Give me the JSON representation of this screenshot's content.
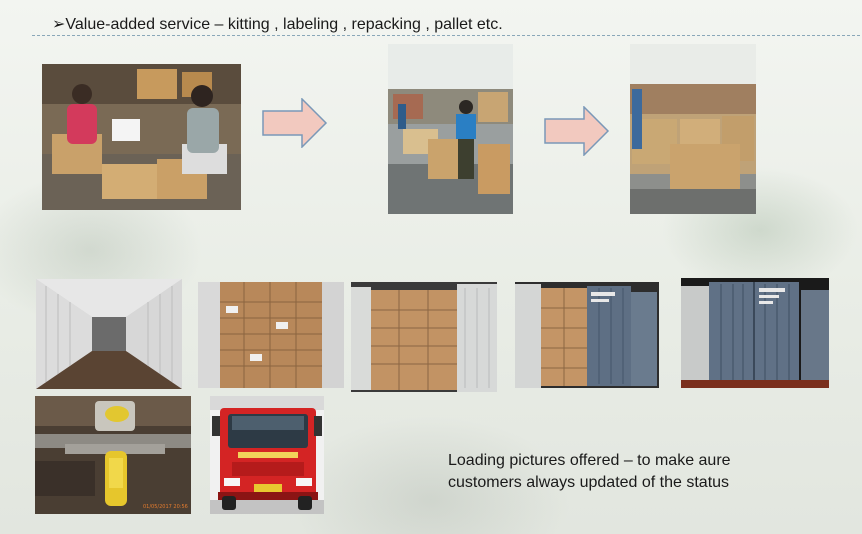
{
  "heading": "➢Value-added service –  kitting , labeling , repacking , pallet etc.",
  "caption": {
    "line1": "Loading pictures offered – to make aure",
    "line2": "customers always updated of the status"
  },
  "photos": {
    "kitting": "kitting-photo",
    "labeling": "labeling-photo",
    "pallet": "pallet-photo",
    "container_empty": "empty-container-photo",
    "container_loaded": "loaded-container-photo",
    "container_doors_open": "container-door-open-photo",
    "container_doors_half": "container-door-half-photo",
    "container_doors_closed": "container-door-closed-photo",
    "seal": "container-seal-photo",
    "truck": "red-truck-photo"
  },
  "truck_plate": "",
  "photo_timestamp": "01/05/2017 20:56"
}
